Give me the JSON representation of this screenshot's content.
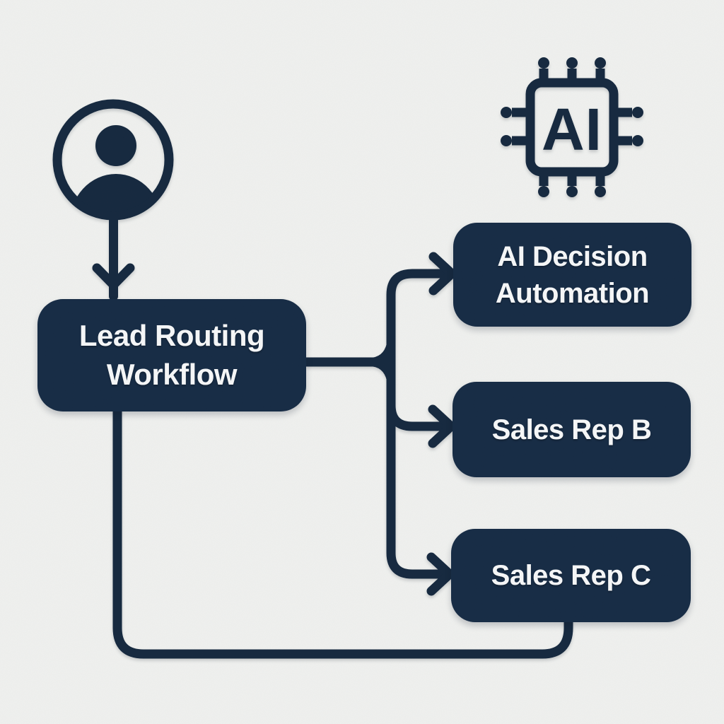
{
  "colors": {
    "background": "#F0F1EF",
    "node_fill": "#172C45",
    "line": "#16293F",
    "node_text": "#F7F8F9"
  },
  "icons": {
    "user": "user-icon",
    "chip": "ai-chip-icon",
    "chip_label": "AI"
  },
  "nodes": {
    "lead": {
      "label": "Lead Routing Workflow"
    },
    "ai": {
      "label": "AI Decision Automation"
    },
    "rep_b": {
      "label": "Sales Rep B"
    },
    "rep_c": {
      "label": "Sales Rep C"
    }
  },
  "edges": [
    {
      "from": "user",
      "to": "lead",
      "arrow": true
    },
    {
      "from": "lead",
      "to": "ai",
      "arrow": true
    },
    {
      "from": "lead",
      "to": "rep_b",
      "arrow": true
    },
    {
      "from": "lead",
      "to": "rep_c",
      "arrow": true
    },
    {
      "from": "lead",
      "to": "rep_c",
      "style": "bottom-loop",
      "arrow": false
    }
  ]
}
